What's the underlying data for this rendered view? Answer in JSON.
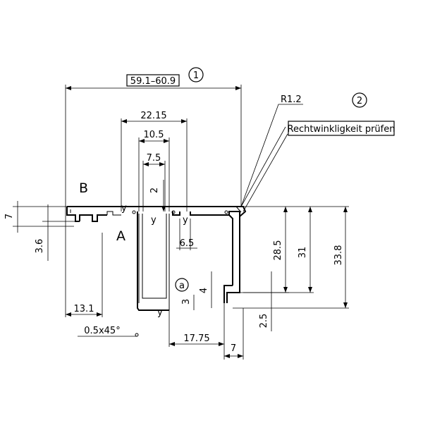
{
  "dimensions": {
    "overall_width": "59.1–60.9",
    "slot_width": "22.15",
    "inner_width": "10.5",
    "small_width": "7.5",
    "inner_height": "2",
    "groove_width": "6.5",
    "height_7": "7",
    "height_3_6": "3.6",
    "height_28_5": "28.5",
    "height_31": "31",
    "height_33_8": "33.8",
    "height_4": "4",
    "height_3": "3",
    "height_2_5": "2.5",
    "offset_13_1": "13.1",
    "chamfer": "0.5x45°",
    "offset_17_75": "17.75",
    "bottom_7": "7",
    "radius": "R1.2"
  },
  "labels": {
    "note_1": "1",
    "note_2": "2",
    "instruction": "Rechtwinkligkeit prüfen",
    "view_b": "B",
    "view_a": "A",
    "detail_a": "a",
    "y1": "y",
    "y2": "y",
    "y3": "y",
    "y4": "y"
  }
}
